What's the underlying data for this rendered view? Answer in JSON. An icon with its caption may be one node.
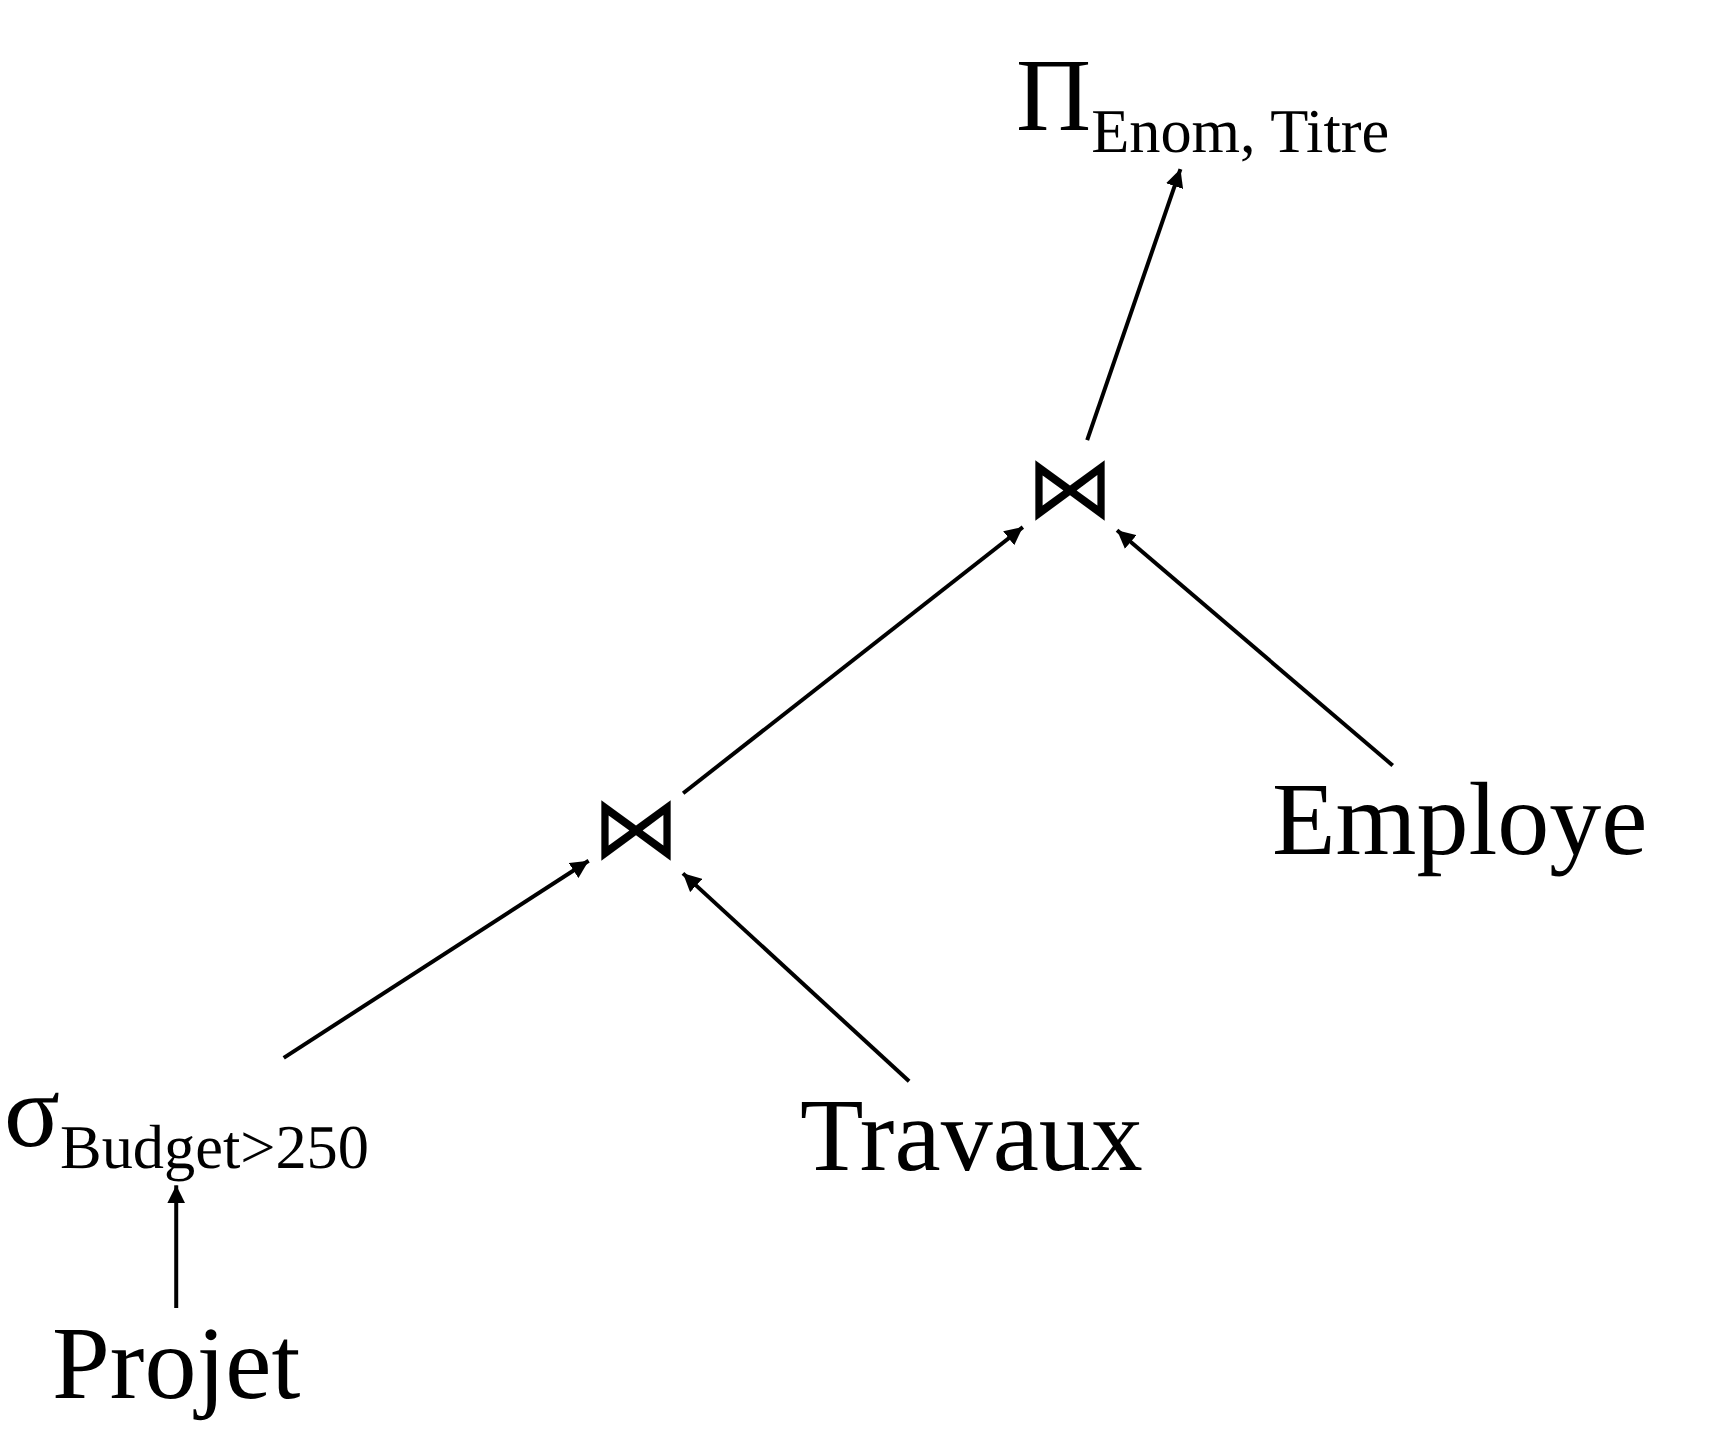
{
  "diagram": {
    "nodes": [
      {
        "text": [
          "Π$_{Enom, Titre}$"
        ]
      },
      {
        "text": [
          "⋈"
        ]
      },
      {
        "text": [
          "⋈"
        ]
      },
      {
        "text": [
          "Employe"
        ]
      },
      {
        "text": [
          "σ$_{Budget>250}$"
        ]
      },
      {
        "text": [
          "Travaux"
        ]
      },
      {
        "text": [
          "Projet"
        ]
      }
    ],
    "edges": [
      {
        "from": 1,
        "to": 0,
        "arrow": "to"
      },
      {
        "from": 2,
        "to": 1,
        "arrow": "to"
      },
      {
        "from": 3,
        "to": 1,
        "arrow": "to"
      },
      {
        "from": 4,
        "to": 2,
        "arrow": "to"
      },
      {
        "from": 5,
        "to": 2,
        "arrow": "to"
      },
      {
        "from": 6,
        "to": 4,
        "arrow": "to"
      }
    ]
  }
}
